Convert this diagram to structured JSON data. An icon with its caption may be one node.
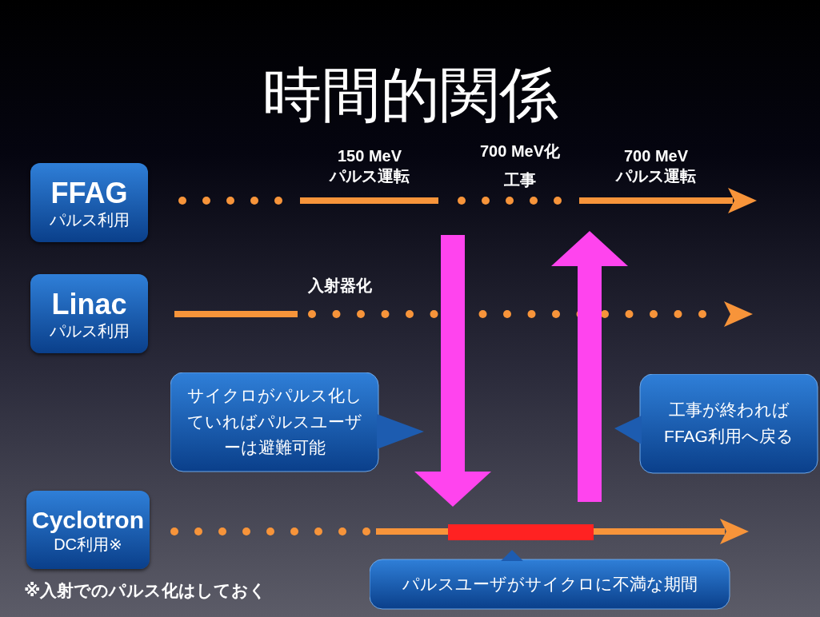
{
  "diagram": {
    "title": "時間的関係",
    "nodes": [
      {
        "text": [
          "FFAG",
          "パルス利用"
        ]
      },
      {
        "text": [
          "Linac",
          "パルス利用"
        ]
      },
      {
        "text": [
          "Cyclotron",
          "DC利用※"
        ]
      },
      {
        "text": [
          "サイクロがパルス化していればパルスユーザーは避難可能"
        ]
      },
      {
        "text": [
          "工事が終わればFFAG利用へ戻る"
        ]
      },
      {
        "text": [
          "パルスユーザがサイクロに不満な期間"
        ]
      },
      {
        "text": [],
        "shape": "bar"
      }
    ],
    "edges": [
      {
        "from": null,
        "to": 6,
        "arrow": "to",
        "color": "#ff44ee"
      },
      {
        "from": 6,
        "to": null,
        "arrow": "to",
        "color": "#ff44ee"
      }
    ],
    "labels": [
      "150 MeV パルス運転",
      "700 MeV化",
      "工事",
      "700 MeV パルス運転",
      "入射器化",
      "※入射でのパルス化はしておく"
    ]
  }
}
